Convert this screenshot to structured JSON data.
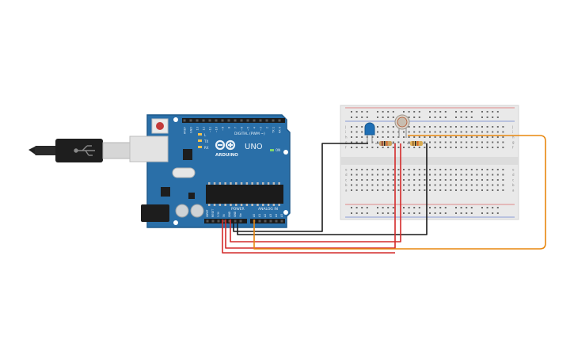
{
  "board": {
    "brand": "ARDUINO",
    "model": "UNO",
    "digital_header_label": "DIGITAL (PWM ~)",
    "power_label": "POWER",
    "analog_label": "ANALOG IN",
    "tx_label": "TX",
    "rx_label": "RX",
    "on_label": "ON",
    "l_label": "L",
    "aref_label": "AREF",
    "gnd_label": "GND",
    "digital_pins": [
      "13",
      "12",
      "~11",
      "~10",
      "~9",
      "8",
      "7",
      "~6",
      "~5",
      "4",
      "~3",
      "2",
      "TX 1",
      "RX 0"
    ],
    "power_pins": [
      "IOREF",
      "RESET",
      "3.3V",
      "5V",
      "GND",
      "GND",
      "Vin"
    ],
    "analog_pins": [
      "A0",
      "A1",
      "A2",
      "A3",
      "A4",
      "A5"
    ],
    "colors": {
      "pcb": "#2a6fa8",
      "pcb_edge": "#1f5a8c",
      "silk": "#e8f1f8"
    }
  },
  "breadboard": {
    "row_letters_top": [
      "j",
      "i",
      "h",
      "g",
      "f"
    ],
    "row_letters_bottom": [
      "e",
      "d",
      "c",
      "b",
      "a"
    ],
    "column_count": 30
  },
  "components": {
    "led": {
      "color": "#1f6fb5"
    },
    "resistor_1": {
      "color": "#c9a36a"
    },
    "resistor_2": {
      "color": "#e0b15a"
    },
    "photoresistor": {
      "color": "#c7bdb0"
    }
  },
  "wire_colors": {
    "black": "#1a1a1a",
    "red": "#d42a2a",
    "orange": "#e8870f"
  }
}
